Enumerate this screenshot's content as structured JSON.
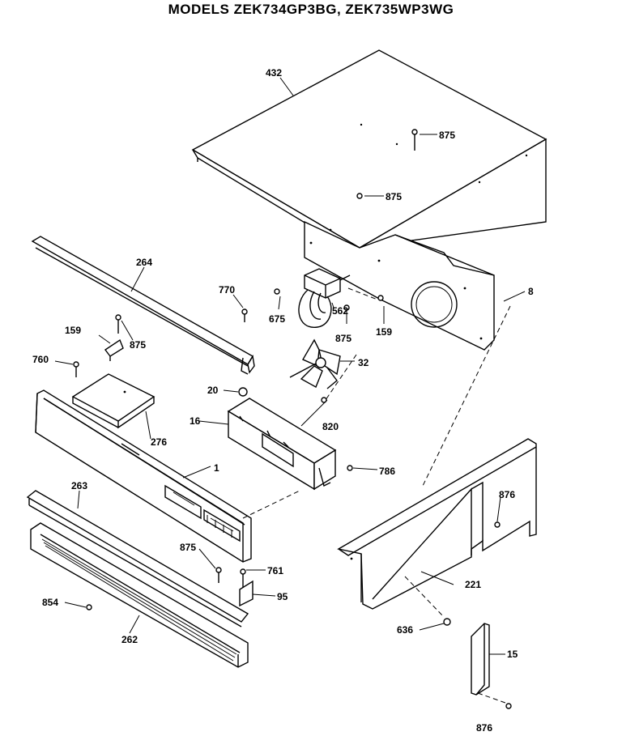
{
  "header": {
    "title": "MODELS ZEK734GP3BG, ZEK735WP3WG"
  },
  "callouts": [
    {
      "id": "c432",
      "text": "432"
    },
    {
      "id": "c875a",
      "text": "875"
    },
    {
      "id": "c875b",
      "text": "875"
    },
    {
      "id": "c264",
      "text": "264"
    },
    {
      "id": "c770",
      "text": "770"
    },
    {
      "id": "c675",
      "text": "675"
    },
    {
      "id": "c562",
      "text": "562"
    },
    {
      "id": "c875c",
      "text": "875"
    },
    {
      "id": "c159a",
      "text": "159"
    },
    {
      "id": "c8",
      "text": "8"
    },
    {
      "id": "c159b",
      "text": "159"
    },
    {
      "id": "c875d",
      "text": "875"
    },
    {
      "id": "c760",
      "text": "760"
    },
    {
      "id": "c32",
      "text": "32"
    },
    {
      "id": "c20",
      "text": "20"
    },
    {
      "id": "c16",
      "text": "16"
    },
    {
      "id": "c820",
      "text": "820"
    },
    {
      "id": "c276",
      "text": "276"
    },
    {
      "id": "c1",
      "text": "1"
    },
    {
      "id": "c786",
      "text": "786"
    },
    {
      "id": "c263",
      "text": "263"
    },
    {
      "id": "c876a",
      "text": "876"
    },
    {
      "id": "c875e",
      "text": "875"
    },
    {
      "id": "c761",
      "text": "761"
    },
    {
      "id": "c95",
      "text": "95"
    },
    {
      "id": "c221",
      "text": "221"
    },
    {
      "id": "c854",
      "text": "854"
    },
    {
      "id": "c262",
      "text": "262"
    },
    {
      "id": "c636",
      "text": "636"
    },
    {
      "id": "c15",
      "text": "15"
    },
    {
      "id": "c876b",
      "text": "876"
    }
  ]
}
